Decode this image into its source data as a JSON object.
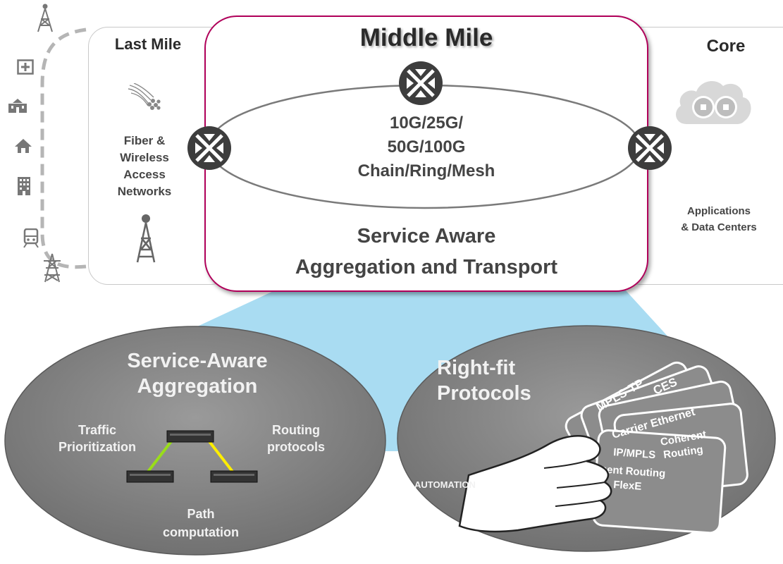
{
  "last_mile": {
    "title": "Last Mile",
    "access_line1": "Fiber &",
    "access_line2": "Wireless",
    "access_line3": "Access",
    "access_line4": "Networks"
  },
  "middle_mile": {
    "title": "Middle Mile",
    "speeds_line1": "10G/25G/",
    "speeds_line2": "50G/100G",
    "topology": "Chain/Ring/Mesh",
    "service_line1": "Service Aware",
    "service_line2": "Aggregation and Transport"
  },
  "core": {
    "title": "Core",
    "apps_line1": "Applications",
    "apps_line2": "& Data Centers"
  },
  "left_oval": {
    "title_line1": "Service-Aware",
    "title_line2": "Aggregation",
    "traffic_line1": "Traffic",
    "traffic_line2": "Prioritization",
    "routing_line1": "Routing",
    "routing_line2": "protocols",
    "path_line1": "Path",
    "path_line2": "computation"
  },
  "right_oval": {
    "title_line1": "Right-fit",
    "title_line2": "Protocols",
    "automation": "AUTOMATION",
    "card1": "MPLS-TP",
    "card2": "CES",
    "card3": "Carrier Ethernet",
    "card4_line1": "Coherent",
    "card4_line2": "Routing",
    "card5_line1": "IP/MPLS",
    "card5_line2": "Segment Routing",
    "card5_line3": "FlexE"
  },
  "colors": {
    "middle_border": "#b0005a",
    "oval_fill": "#8a8a8a",
    "funnel_fill": "#a9dcf2",
    "router_fill": "#3d3d3d",
    "text_dark": "#454545"
  },
  "icons": [
    "cell-tower-icon",
    "hospital-icon",
    "school-icon",
    "house-icon",
    "office-building-icon",
    "train-icon",
    "power-pylon-icon",
    "fiber-cable-icon",
    "cloud-icon",
    "router-icon",
    "hand-icon"
  ]
}
